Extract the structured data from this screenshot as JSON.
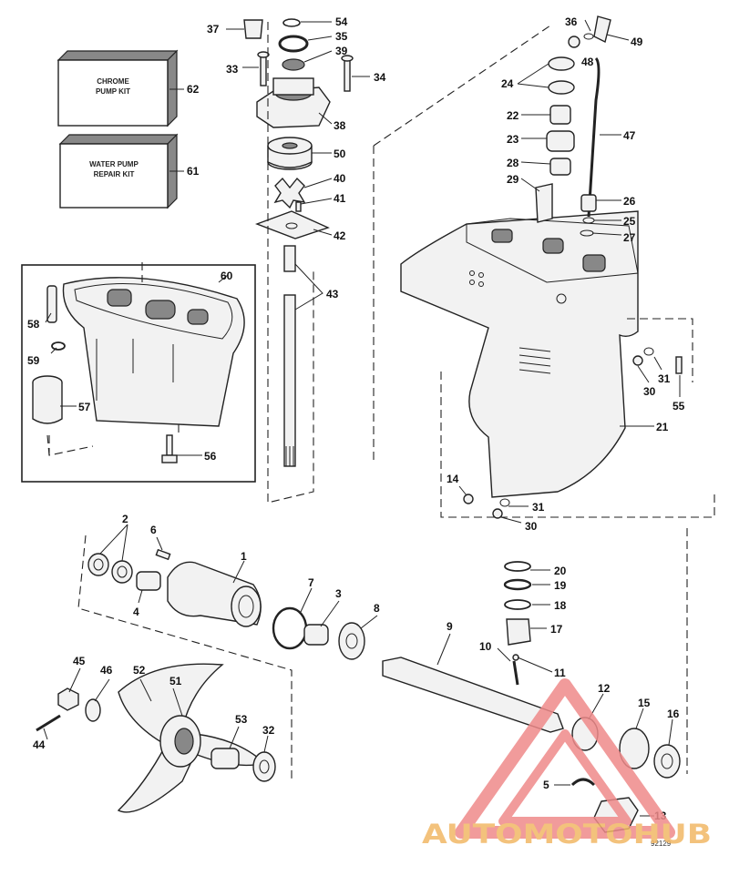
{
  "kits": {
    "chrome_pump_kit": [
      "CHROME",
      "PUMP KIT"
    ],
    "water_pump_repair_kit": [
      "WATER PUMP",
      "REPAIR KIT"
    ]
  },
  "callouts": {
    "c1": "1",
    "c2": "2",
    "c3": "3",
    "c4": "4",
    "c5": "5",
    "c6": "6",
    "c7": "7",
    "c8": "8",
    "c9": "9",
    "c10": "10",
    "c11": "11",
    "c12": "12",
    "c13": "13",
    "c14": "14",
    "c15": "15",
    "c16": "16",
    "c17": "17",
    "c18": "18",
    "c19": "19",
    "c20": "20",
    "c21": "21",
    "c22": "22",
    "c23": "23",
    "c24": "24",
    "c25": "25",
    "c26": "26",
    "c27": "27",
    "c28": "28",
    "c29": "29",
    "c30a": "30",
    "c30b": "30",
    "c31a": "31",
    "c31b": "31",
    "c32": "32",
    "c33": "33",
    "c34": "34",
    "c35": "35",
    "c36": "36",
    "c37": "37",
    "c38": "38",
    "c39": "39",
    "c40": "40",
    "c41": "41",
    "c42": "42",
    "c43": "43",
    "c44": "44",
    "c45": "45",
    "c46": "46",
    "c47": "47",
    "c48": "48",
    "c49": "49",
    "c50": "50",
    "c51": "51",
    "c52": "52",
    "c53": "53",
    "c54": "54",
    "c55": "55",
    "c56": "56",
    "c57": "57",
    "c58": "58",
    "c59": "59",
    "c60": "60",
    "c61": "61",
    "c62": "62"
  },
  "drawing_number": "92129",
  "watermark": {
    "text": "AUTOMOTOHUB",
    "color_text": "#f2b866",
    "color_triangle": "#ef8a8a"
  }
}
